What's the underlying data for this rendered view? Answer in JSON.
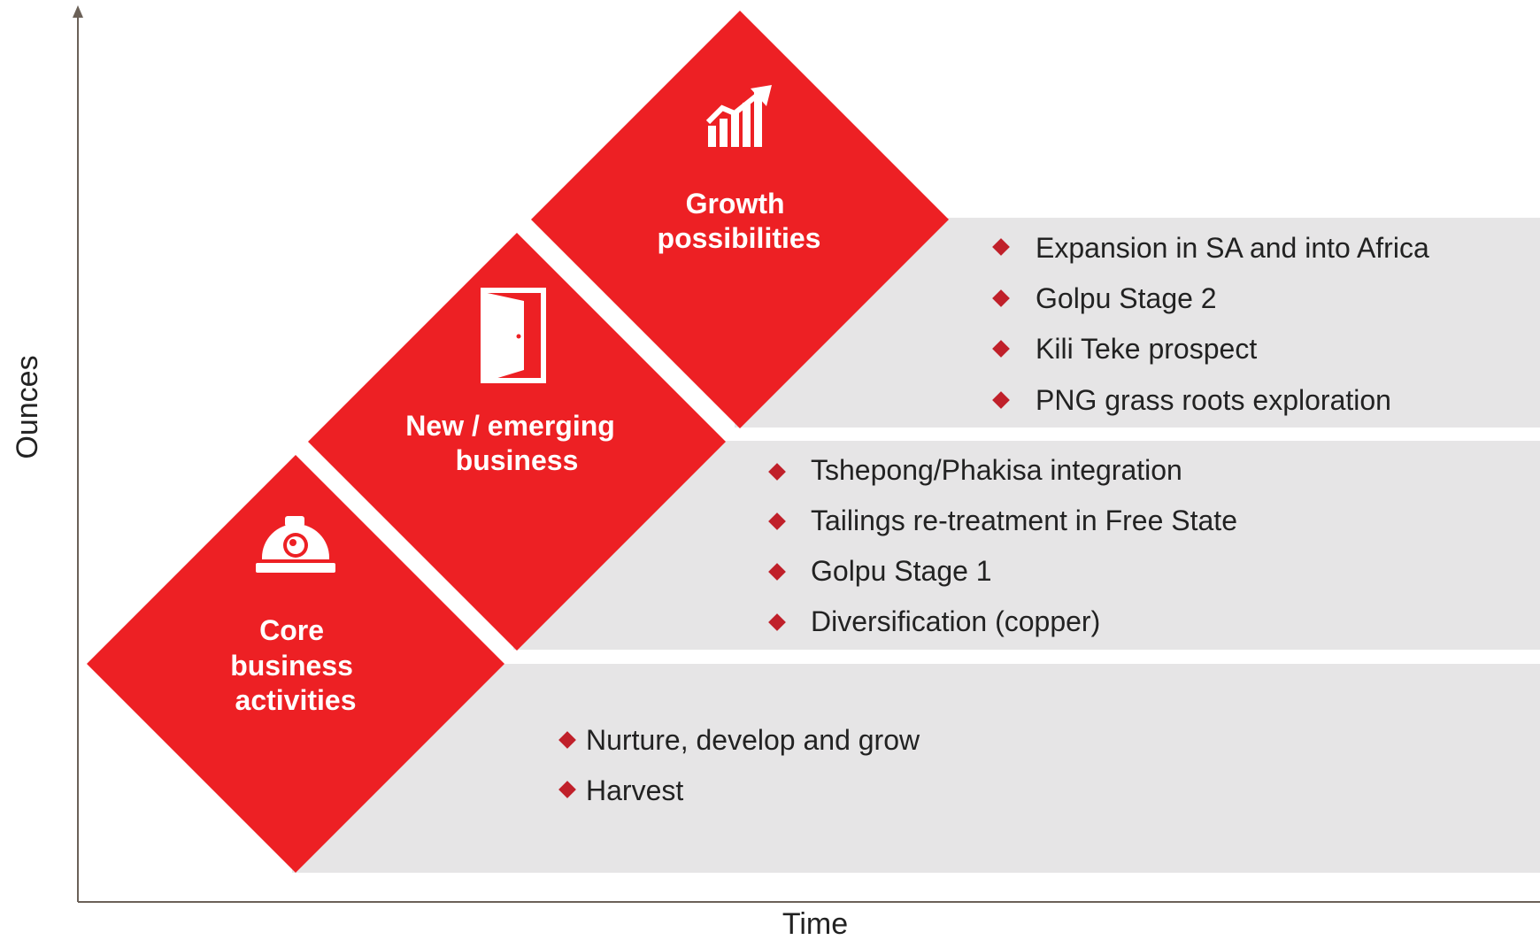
{
  "axes": {
    "y_label": "Ounces",
    "x_label": "Time"
  },
  "colors": {
    "accent_red": "#ED2024",
    "band_gray": "#E6E5E6",
    "bullet_red": "#C0202A",
    "axis": "#6B6158"
  },
  "stages": [
    {
      "key": "core",
      "title_lines": [
        "Core",
        "business",
        "activities"
      ],
      "icon": "hard-hat-icon",
      "bullets": [
        "Nurture, develop and grow",
        "Harvest"
      ]
    },
    {
      "key": "emerging",
      "title_lines": [
        "New / emerging",
        "business"
      ],
      "icon": "open-door-icon",
      "bullets": [
        "Tshepong/Phakisa integration",
        "Tailings re-treatment in Free State",
        "Golpu Stage 1",
        "Diversification (copper)"
      ]
    },
    {
      "key": "growth",
      "title_lines": [
        "Growth",
        "possibilities"
      ],
      "icon": "growth-chart-icon",
      "bullets": [
        "Expansion in SA and into Africa",
        "Golpu Stage 2",
        "Kili Teke prospect",
        "PNG grass roots exploration"
      ]
    }
  ]
}
